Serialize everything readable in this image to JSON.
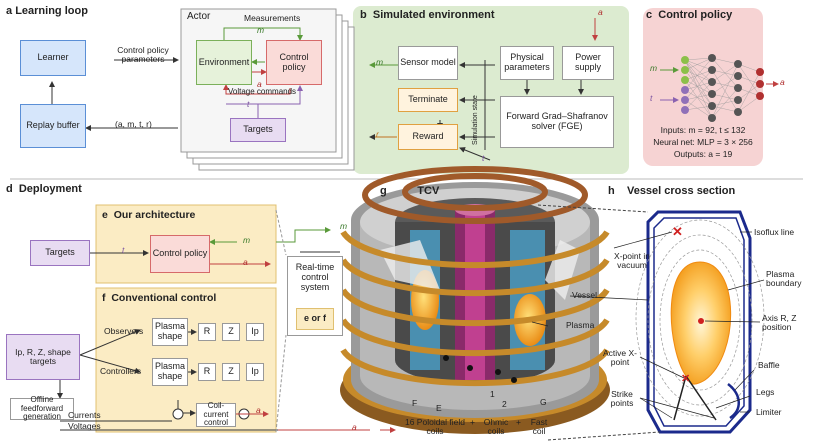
{
  "panels": {
    "a": {
      "letter": "a",
      "title": "Learning loop"
    },
    "b": {
      "letter": "b",
      "title": "Simulated environment"
    },
    "c": {
      "letter": "c",
      "title": "Control policy"
    },
    "d": {
      "letter": "d",
      "title": "Deployment"
    },
    "e": {
      "letter": "e",
      "title": "Our architecture"
    },
    "f": {
      "letter": "f",
      "title": "Conventional control"
    },
    "g": {
      "letter": "g",
      "title": "TCV"
    },
    "h": {
      "letter": "h",
      "title": "Vessel cross section"
    }
  },
  "a": {
    "learner": "Learner",
    "replay_buffer": "Replay buffer",
    "control_params": "Control policy parameters",
    "tuple": "(a, m, t, r)",
    "actor": "Actor",
    "measurements": "Measurements",
    "environment": "Environment",
    "control_policy": "Control policy",
    "voltage_commands": "Voltage commands",
    "targets": "Targets",
    "m": "m",
    "a": "a",
    "t": "t"
  },
  "b": {
    "sensor_model": "Sensor model",
    "terminate": "Terminate",
    "reward": "Reward",
    "physical_parameters": "Physical parameters",
    "power_supply": "Power supply",
    "solver": "Forward Grad–Shafranov solver (FGE)",
    "simulation_state": "Simulation state",
    "m": "m",
    "r": "r",
    "a": "a",
    "t": "t"
  },
  "c": {
    "inputs": "Inputs: m = 92, t ≤ 132",
    "net": "Neural net: MLP = 3 × 256",
    "outputs": "Outputs: a = 19",
    "m": "m",
    "t": "t",
    "a": "a"
  },
  "d": {
    "targets": "Targets",
    "control_policy": "Control policy",
    "rt_system": "Real-time control system",
    "e_or_f": "e or f",
    "observers": "Observers",
    "controllers": "Controllers",
    "plasma_shape": "Plasma shape",
    "R": "R",
    "Z": "Z",
    "Ip": "Ip",
    "shape_targets": "Ip, R, Z, shape targets",
    "offline": "Offline feedforward generation",
    "coil_control": "Coil-current control",
    "currents": "Currents",
    "voltages": "Voltages",
    "m": "m",
    "a": "a",
    "t": "t"
  },
  "g": {
    "vessel": "Vessel",
    "plasma": "Plasma",
    "poloidal": "16 Poloidal field coils",
    "ohmic": "Ohmic coils",
    "fast": "Fast coil",
    "plus1": "+",
    "plus2": "+",
    "F": "F",
    "E": "E",
    "G": "G",
    "one": "1",
    "two": "2"
  },
  "h": {
    "xpoint_vacuum": "X-point in vacuum",
    "isoflux": "Isoflux line",
    "plasma_boundary": "Plasma boundary",
    "axis": "Axis R, Z position",
    "baffle": "Baffle",
    "active_xpoint": "Active X-point",
    "legs": "Legs",
    "strike_points": "Strike points",
    "limiter": "Limiter"
  },
  "colors": {
    "blue": "#d6e6fb",
    "green_panel": "#dcebd0",
    "pink_panel": "#f6d3d3",
    "yellow_panel": "#fbecc4",
    "red_box": "#fadbd8",
    "purple": "#e8dcf2",
    "vessel_blue": "#1b2a8c",
    "plasma_orange": "#f5a21c",
    "coil_copper": "#c68a2a"
  }
}
